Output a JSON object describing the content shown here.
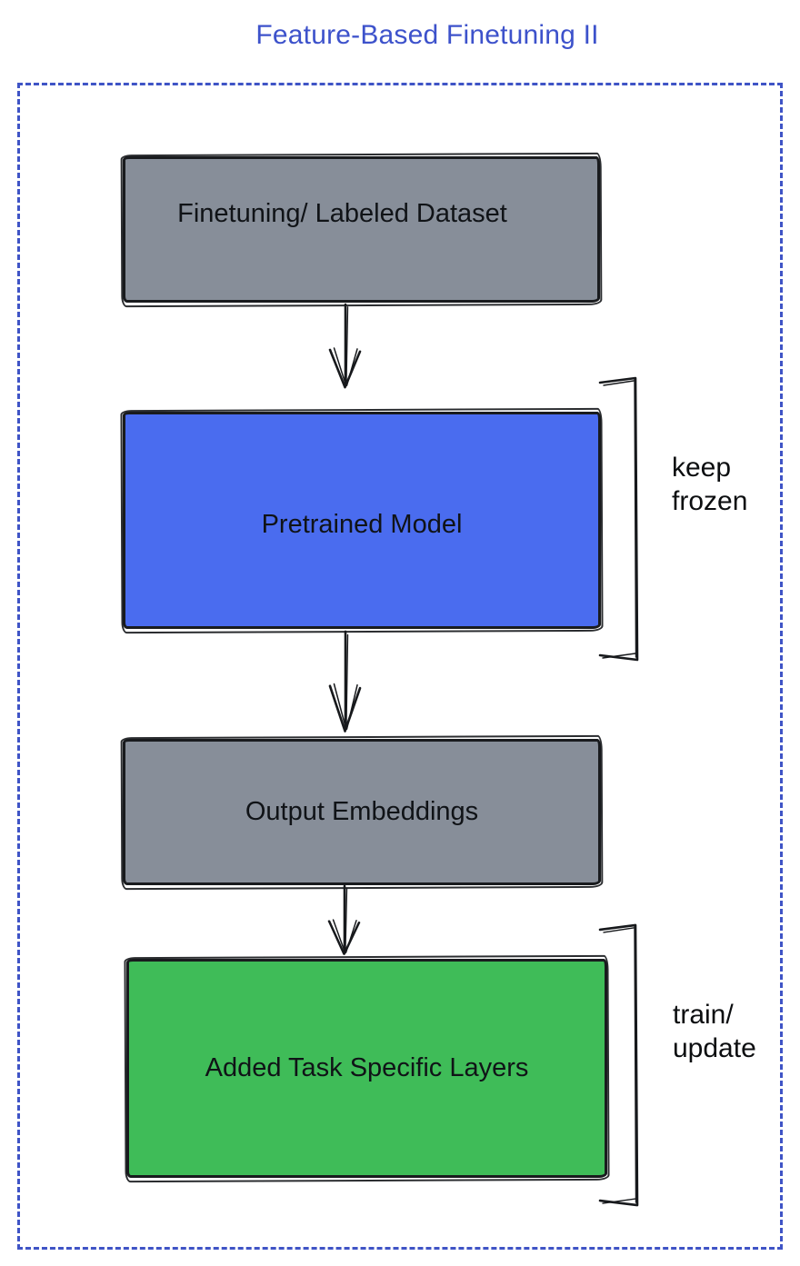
{
  "title": {
    "text": "Feature-Based Finetuning II",
    "color": "#3d52cb"
  },
  "frame": {
    "color": "#3f54c6",
    "style": "dashed"
  },
  "colors": {
    "ink": "#17191c",
    "node_text": "#101317"
  },
  "nodes": [
    {
      "label": "Finetuning/ Labeled Dataset",
      "fill": "#878e99"
    },
    {
      "label": "Pretrained Model",
      "fill": "#4a6cef"
    },
    {
      "label": "Output Embeddings",
      "fill": "#878e99"
    },
    {
      "label": "Added Task Specific Layers",
      "fill": "#3fbc58"
    }
  ],
  "annotations": [
    {
      "line1": "keep",
      "line2": "frozen",
      "target": "Pretrained Model"
    },
    {
      "line1": "train/",
      "line2": "update",
      "target": "Added Task Specific Layers"
    }
  ]
}
